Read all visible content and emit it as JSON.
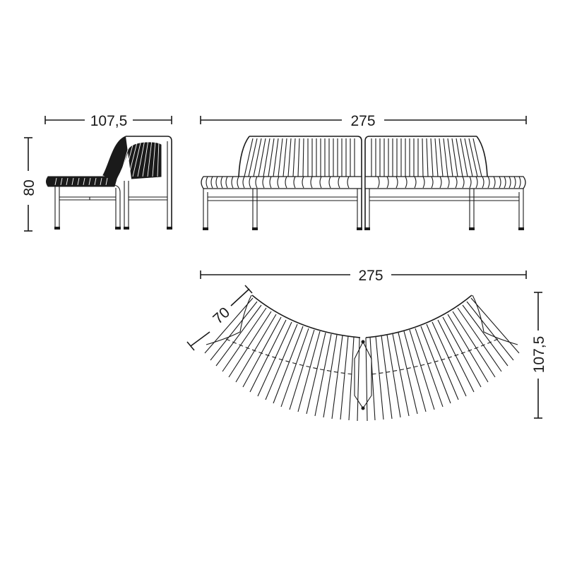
{
  "drawing": {
    "subject": "Outdoor slatted bench / lounge modules – dimension drawing",
    "line_color": "#1a1a1a",
    "background": "#ffffff"
  },
  "views": {
    "side": {
      "width_label": "107,5",
      "height_label": "80"
    },
    "front": {
      "width_label": "275"
    },
    "top": {
      "width_label": "275",
      "depth_label": "107,5",
      "seat_depth_label": "70"
    }
  }
}
